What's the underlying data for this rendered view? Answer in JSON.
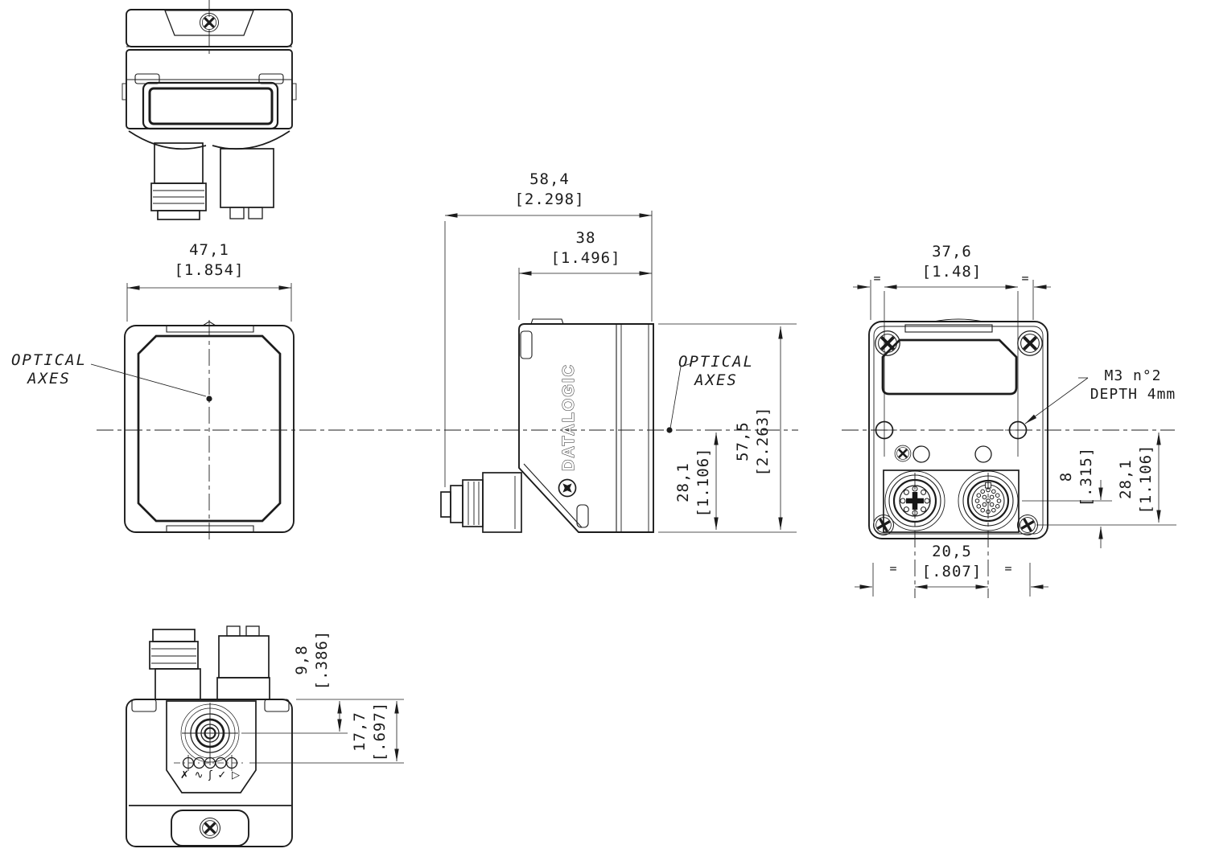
{
  "drawing": {
    "brand": "DATALOGIC",
    "equal": "=",
    "labels": {
      "optical_axes_line1": "OPTICAL",
      "optical_axes_line2": "AXES",
      "m3_note_line1": "M3 n°2",
      "m3_note_line2": "DEPTH 4mm"
    },
    "dimensions": {
      "front_width": {
        "mm": "47,1",
        "in": "[1.854]"
      },
      "overall_depth": {
        "mm": "58,4",
        "in": "[2.298]"
      },
      "body_depth": {
        "mm": "38",
        "in": "[1.496]"
      },
      "overall_height": {
        "mm": "57,5",
        "in": "[2.263]"
      },
      "axis_to_base_side": {
        "mm": "28,1",
        "in": "[1.106]"
      },
      "mount_hole_spacing": {
        "mm": "37,6",
        "in": "[1.48]"
      },
      "connector_spacing": {
        "mm": "20,5",
        "in": "[.807]"
      },
      "hole_to_base": {
        "mm": "8",
        "in": "[.315]"
      },
      "axis_to_base_rear": {
        "mm": "28,1",
        "in": "[1.106]"
      },
      "top_to_axis": {
        "mm": "9,8",
        "in": "[.386]"
      },
      "top_to_leds": {
        "mm": "17,7",
        "in": "[.697]"
      }
    },
    "status_icons": [
      {
        "name": "no-read-icon",
        "glyph": "✗"
      },
      {
        "name": "com-icon",
        "glyph": "∿"
      },
      {
        "name": "trigger-icon",
        "glyph": "ʃ"
      },
      {
        "name": "good-read-icon",
        "glyph": "✓"
      },
      {
        "name": "ready-icon",
        "glyph": "▷"
      }
    ]
  }
}
